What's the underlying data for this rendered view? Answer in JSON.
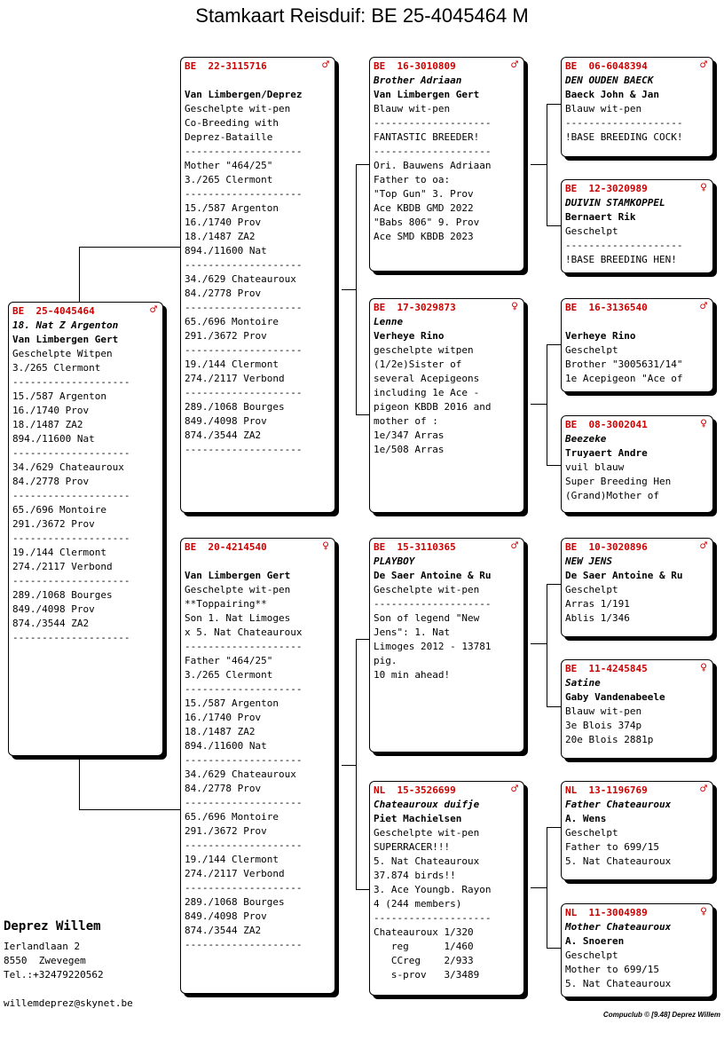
{
  "title": "Stamkaart Reisduif: BE  25-4045464 M",
  "owner": {
    "name": "Deprez Willem",
    "address": "Ierlandlaan 2",
    "city": "8550  Zwevegem",
    "tel": "Tel.:+32479220562",
    "email": "willemdeprez@skynet.be"
  },
  "footer": "Compuclub © [9.48]  Deprez Willem",
  "sex_symbols": {
    "male": "♂",
    "female": "♀"
  },
  "birds": {
    "subject": {
      "ring": "BE  25-4045464",
      "sex": "♂",
      "lines": [
        {
          "t": "18. Nat Z Argenton",
          "s": "ital"
        },
        {
          "t": "Van Limbergen Gert",
          "s": "bold"
        },
        {
          "t": "Geschelpte Witpen"
        },
        {
          "t": "3./265 Clermont"
        },
        {
          "t": "--------------------"
        },
        {
          "t": "15./587 Argenton"
        },
        {
          "t": "16./1740 Prov"
        },
        {
          "t": "18./1487 ZA2"
        },
        {
          "t": "894./11600 Nat"
        },
        {
          "t": "--------------------"
        },
        {
          "t": "34./629 Chateauroux"
        },
        {
          "t": "84./2778 Prov"
        },
        {
          "t": "--------------------"
        },
        {
          "t": "65./696 Montoire"
        },
        {
          "t": "291./3672 Prov"
        },
        {
          "t": "--------------------"
        },
        {
          "t": "19./144 Clermont"
        },
        {
          "t": "274./2117 Verbond"
        },
        {
          "t": "--------------------"
        },
        {
          "t": "289./1068 Bourges"
        },
        {
          "t": "849./4098 Prov"
        },
        {
          "t": "874./3544 ZA2"
        },
        {
          "t": "--------------------"
        }
      ]
    },
    "father": {
      "ring": "BE  22-3115716",
      "sex": "♂",
      "lines": [
        {
          "t": ""
        },
        {
          "t": "Van Limbergen/Deprez",
          "s": "bold"
        },
        {
          "t": "Geschelpte wit-pen"
        },
        {
          "t": "Co-Breeding with"
        },
        {
          "t": "Deprez-Bataille"
        },
        {
          "t": "--------------------"
        },
        {
          "t": "Mother \"464/25\""
        },
        {
          "t": "3./265 Clermont"
        },
        {
          "t": "--------------------"
        },
        {
          "t": "15./587 Argenton"
        },
        {
          "t": "16./1740 Prov"
        },
        {
          "t": "18./1487 ZA2"
        },
        {
          "t": "894./11600 Nat"
        },
        {
          "t": "--------------------"
        },
        {
          "t": "34./629 Chateauroux"
        },
        {
          "t": "84./2778 Prov"
        },
        {
          "t": "--------------------"
        },
        {
          "t": "65./696 Montoire"
        },
        {
          "t": "291./3672 Prov"
        },
        {
          "t": "--------------------"
        },
        {
          "t": "19./144 Clermont"
        },
        {
          "t": "274./2117 Verbond"
        },
        {
          "t": "--------------------"
        },
        {
          "t": "289./1068 Bourges"
        },
        {
          "t": "849./4098 Prov"
        },
        {
          "t": "874./3544 ZA2"
        },
        {
          "t": "--------------------"
        }
      ]
    },
    "mother": {
      "ring": "BE  20-4214540",
      "sex": "♀",
      "lines": [
        {
          "t": ""
        },
        {
          "t": "Van Limbergen Gert",
          "s": "bold"
        },
        {
          "t": "Geschelpte wit-pen"
        },
        {
          "t": "**Toppairing**"
        },
        {
          "t": "Son 1. Nat Limoges"
        },
        {
          "t": "x 5. Nat Chateauroux"
        },
        {
          "t": "--------------------"
        },
        {
          "t": "Father \"464/25\""
        },
        {
          "t": "3./265 Clermont"
        },
        {
          "t": "--------------------"
        },
        {
          "t": "15./587 Argenton"
        },
        {
          "t": "16./1740 Prov"
        },
        {
          "t": "18./1487 ZA2"
        },
        {
          "t": "894./11600 Nat"
        },
        {
          "t": "--------------------"
        },
        {
          "t": "34./629 Chateauroux"
        },
        {
          "t": "84./2778 Prov"
        },
        {
          "t": "--------------------"
        },
        {
          "t": "65./696 Montoire"
        },
        {
          "t": "291./3672 Prov"
        },
        {
          "t": "--------------------"
        },
        {
          "t": "19./144 Clermont"
        },
        {
          "t": "274./2117 Verbond"
        },
        {
          "t": "--------------------"
        },
        {
          "t": "289./1068 Bourges"
        },
        {
          "t": "849./4098 Prov"
        },
        {
          "t": "874./3544 ZA2"
        },
        {
          "t": "--------------------"
        }
      ]
    },
    "ff": {
      "ring": "BE  16-3010809",
      "sex": "♂",
      "lines": [
        {
          "t": "Brother Adriaan",
          "s": "ital"
        },
        {
          "t": "Van Limbergen Gert",
          "s": "bold"
        },
        {
          "t": "Blauw wit-pen"
        },
        {
          "t": "--------------------"
        },
        {
          "t": "FANTASTIC BREEDER!"
        },
        {
          "t": "--------------------"
        },
        {
          "t": "Ori. Bauwens Adriaan"
        },
        {
          "t": "Father to oa:"
        },
        {
          "t": "\"Top Gun\" 3. Prov"
        },
        {
          "t": "Ace KBDB GMD 2022"
        },
        {
          "t": "\"Babs 806\" 9. Prov"
        },
        {
          "t": "Ace SMD KBDB 2023"
        }
      ]
    },
    "fm": {
      "ring": "BE  17-3029873",
      "sex": "♀",
      "lines": [
        {
          "t": "Lenne",
          "s": "ital"
        },
        {
          "t": "Verheye Rino",
          "s": "bold"
        },
        {
          "t": "geschelpte witpen"
        },
        {
          "t": "(1/2e)Sister of"
        },
        {
          "t": "several Acepigeons"
        },
        {
          "t": "including 1e Ace -"
        },
        {
          "t": "pigeon KBDB 2016 and"
        },
        {
          "t": "mother of :"
        },
        {
          "t": "1e/347 Arras"
        },
        {
          "t": "1e/508 Arras"
        }
      ]
    },
    "mf": {
      "ring": "BE  15-3110365",
      "sex": "♂",
      "lines": [
        {
          "t": "PLAYBOY",
          "s": "ital"
        },
        {
          "t": "De Saer Antoine & Ru",
          "s": "bold"
        },
        {
          "t": "Geschelpte wit-pen"
        },
        {
          "t": "--------------------"
        },
        {
          "t": "Son of legend \"New"
        },
        {
          "t": "Jens\": 1. Nat"
        },
        {
          "t": "Limoges 2012 - 13781"
        },
        {
          "t": "pig."
        },
        {
          "t": "10 min ahead!"
        }
      ]
    },
    "mm": {
      "ring": "NL  15-3526699",
      "sex": "♂",
      "lines": [
        {
          "t": "Chateauroux duifje",
          "s": "ital"
        },
        {
          "t": "Piet Machielsen",
          "s": "bold"
        },
        {
          "t": "Geschelpte wit-pen"
        },
        {
          "t": "SUPERRACER!!!"
        },
        {
          "t": "5. Nat Chateauroux"
        },
        {
          "t": "37.874 birds!!"
        },
        {
          "t": "3. Ace Youngb. Rayon"
        },
        {
          "t": "4 (244 members)"
        },
        {
          "t": "--------------------"
        },
        {
          "t": "Chateauroux 1/320"
        },
        {
          "t": "   reg      1/460"
        },
        {
          "t": "   CCreg    2/933"
        },
        {
          "t": "   s-prov   3/3489"
        }
      ]
    },
    "fff": {
      "ring": "BE  06-6048394",
      "sex": "♂",
      "lines": [
        {
          "t": "DEN OUDEN BAECK",
          "s": "ital"
        },
        {
          "t": "Baeck John & Jan",
          "s": "bold"
        },
        {
          "t": "Blauw wit-pen"
        },
        {
          "t": "--------------------"
        },
        {
          "t": "!BASE BREEDING COCK!"
        }
      ]
    },
    "ffm": {
      "ring": "BE  12-3020989",
      "sex": "♀",
      "lines": [
        {
          "t": "DUIVIN STAMKOPPEL",
          "s": "ital"
        },
        {
          "t": "Bernaert Rik",
          "s": "bold"
        },
        {
          "t": "Geschelpt"
        },
        {
          "t": "--------------------"
        },
        {
          "t": "!BASE BREEDING HEN!"
        }
      ]
    },
    "fmf": {
      "ring": "BE  16-3136540",
      "sex": "♂",
      "lines": [
        {
          "t": ""
        },
        {
          "t": "Verheye Rino",
          "s": "bold"
        },
        {
          "t": "Geschelpt"
        },
        {
          "t": "Brother \"3005631/14\""
        },
        {
          "t": "1e Acepigeon \"Ace of"
        }
      ]
    },
    "fmm": {
      "ring": "BE  08-3002041",
      "sex": "♀",
      "lines": [
        {
          "t": "Beezeke",
          "s": "ital"
        },
        {
          "t": "Truyaert Andre",
          "s": "bold"
        },
        {
          "t": "vuil blauw"
        },
        {
          "t": "Super Breeding Hen"
        },
        {
          "t": "(Grand)Mother of"
        }
      ]
    },
    "mff": {
      "ring": "BE  10-3020896",
      "sex": "♂",
      "lines": [
        {
          "t": "NEW JENS",
          "s": "ital"
        },
        {
          "t": "De Saer Antoine & Ru",
          "s": "bold"
        },
        {
          "t": "Geschelpt"
        },
        {
          "t": "Arras 1/191"
        },
        {
          "t": "Ablis 1/346"
        }
      ]
    },
    "mfm": {
      "ring": "BE  11-4245845",
      "sex": "♀",
      "lines": [
        {
          "t": "Satine",
          "s": "ital"
        },
        {
          "t": "Gaby Vandenabeele",
          "s": "bold"
        },
        {
          "t": "Blauw wit-pen"
        },
        {
          "t": "3e Blois 374p"
        },
        {
          "t": "20e Blois 2881p"
        }
      ]
    },
    "mmf": {
      "ring": "NL  13-1196769",
      "sex": "♂",
      "lines": [
        {
          "t": "Father Chateauroux",
          "s": "ital"
        },
        {
          "t": "A. Wens",
          "s": "bold"
        },
        {
          "t": "Geschelpt"
        },
        {
          "t": "Father to 699/15"
        },
        {
          "t": "5. Nat Chateauroux"
        }
      ]
    },
    "mmm": {
      "ring": "NL  11-3004989",
      "sex": "♀",
      "lines": [
        {
          "t": "Mother Chateauroux",
          "s": "ital"
        },
        {
          "t": "A. Snoeren",
          "s": "bold"
        },
        {
          "t": "Geschelpt"
        },
        {
          "t": "Mother to 699/15"
        },
        {
          "t": "5. Nat Chateauroux"
        }
      ]
    }
  }
}
